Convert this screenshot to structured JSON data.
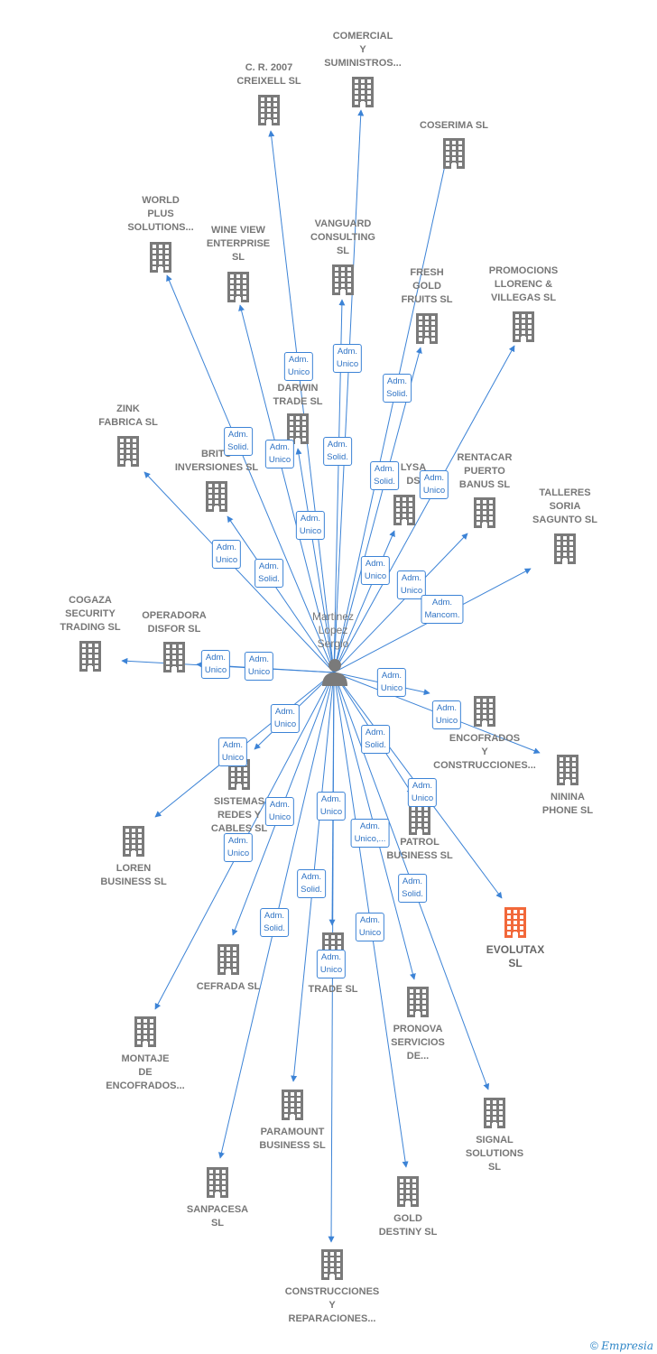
{
  "center": {
    "name_lines": [
      "Martinez",
      "Lopez",
      "Sergio"
    ],
    "icon": "person-icon"
  },
  "nodes": [
    {
      "id": "cr2007",
      "lines": [
        "C. R. 2007",
        "CREIXELL SL"
      ]
    },
    {
      "id": "comercial",
      "lines": [
        "COMERCIAL",
        "Y",
        "SUMINISTROS..."
      ]
    },
    {
      "id": "coserima",
      "lines": [
        "COSERIMA  SL"
      ]
    },
    {
      "id": "worldplus",
      "lines": [
        "WORLD",
        "PLUS",
        "SOLUTIONS..."
      ]
    },
    {
      "id": "wineview",
      "lines": [
        "WINE VIEW",
        "ENTERPRISE",
        "SL"
      ]
    },
    {
      "id": "vanguard",
      "lines": [
        "VANGUARD",
        "CONSULTING",
        "SL"
      ]
    },
    {
      "id": "freshgold",
      "lines": [
        "FRESH",
        "GOLD",
        "FRUITS  SL"
      ]
    },
    {
      "id": "promocions",
      "lines": [
        "PROMOCIONS",
        "LLORENC &",
        "VILLEGAS SL"
      ]
    },
    {
      "id": "darwin",
      "lines": [
        "DARWIN",
        "TRADE  SL"
      ]
    },
    {
      "id": "zink",
      "lines": [
        "ZINK",
        "FABRICA SL"
      ]
    },
    {
      "id": "brito",
      "lines": [
        "BRITO",
        "INVERSIONES SL"
      ]
    },
    {
      "id": "lysa",
      "lines": [
        "LYSA",
        "DS"
      ]
    },
    {
      "id": "rentacar",
      "lines": [
        "RENTACAR",
        "PUERTO",
        "BANUS SL"
      ]
    },
    {
      "id": "talleres",
      "lines": [
        "TALLERES",
        "SORIA",
        "SAGUNTO  SL"
      ]
    },
    {
      "id": "cogaza",
      "lines": [
        "COGAZA",
        "SECURITY",
        "TRADING SL"
      ]
    },
    {
      "id": "operadora",
      "lines": [
        "OPERADORA",
        "DISFOR  SL"
      ]
    },
    {
      "id": "encofrados",
      "lines": [
        "ENCOFRADOS",
        "Y",
        "CONSTRUCCIONES..."
      ]
    },
    {
      "id": "ninina",
      "lines": [
        "NININA",
        "PHONE  SL"
      ]
    },
    {
      "id": "sistemas",
      "lines": [
        "SISTEMAS",
        "REDES Y",
        "CABLES  SL"
      ]
    },
    {
      "id": "patrol",
      "lines": [
        "PATROL",
        "BUSINESS  SL"
      ]
    },
    {
      "id": "loren",
      "lines": [
        "LOREN",
        "BUSINESS  SL"
      ]
    },
    {
      "id": "evolutax",
      "lines": [
        "EVOLUTAX",
        "SL"
      ]
    },
    {
      "id": "cefrada",
      "lines": [
        "CEFRADA SL"
      ]
    },
    {
      "id": "trade",
      "lines": [
        "TRADE  SL"
      ]
    },
    {
      "id": "pronova",
      "lines": [
        "PRONOVA",
        "SERVICIOS",
        "DE..."
      ]
    },
    {
      "id": "montaje",
      "lines": [
        "MONTAJE",
        "DE",
        "ENCOFRADOS..."
      ]
    },
    {
      "id": "paramount",
      "lines": [
        "PARAMOUNT",
        "BUSINESS SL"
      ]
    },
    {
      "id": "signal",
      "lines": [
        "SIGNAL",
        "SOLUTIONS",
        "SL"
      ]
    },
    {
      "id": "sanpacesa",
      "lines": [
        "SANPACESA",
        "SL"
      ]
    },
    {
      "id": "golddestiny",
      "lines": [
        "GOLD",
        "DESTINY  SL"
      ]
    },
    {
      "id": "construcciones",
      "lines": [
        "CONSTRUCCIONES",
        "Y",
        "REPARACIONES..."
      ]
    }
  ],
  "badges": [
    [
      "Adm.",
      "Unico"
    ],
    [
      "Adm.",
      "Unico"
    ],
    [
      "Adm.",
      "Solid."
    ],
    [
      "Adm.",
      "Solid."
    ],
    [
      "Adm.",
      "Unico"
    ],
    [
      "Adm.",
      "Solid."
    ],
    [
      "Adm.",
      "Unico"
    ],
    [
      "Adm.",
      "Solid."
    ],
    [
      "Adm.",
      "Unico"
    ],
    [
      "Adm.",
      "Unico"
    ],
    [
      "Adm.",
      "Solid."
    ],
    [
      "Adm.",
      "Unico"
    ],
    [
      "Adm.",
      "Unico"
    ],
    [
      "Adm.",
      "Mancom."
    ],
    [
      "Adm.",
      "Unico"
    ],
    [
      "Adm.",
      "Unico"
    ],
    [
      "Adm.",
      "Unico"
    ],
    [
      "Adm.",
      "Unico"
    ],
    [
      "Adm.",
      "Unico"
    ],
    [
      "Adm.",
      "Solid."
    ],
    [
      "Adm.",
      "Unico"
    ],
    [
      "Adm.",
      "Unico"
    ],
    [
      "Adm.",
      "Unico"
    ],
    [
      "Adm.",
      "Unico"
    ],
    [
      "Adm.",
      "Unico,..."
    ],
    [
      "Adm.",
      "Solid."
    ],
    [
      "Adm.",
      "Unico"
    ],
    [
      "Adm.",
      "Solid."
    ],
    [
      "Adm.",
      "Solid."
    ],
    [
      "Adm.",
      "Unico"
    ],
    [
      "Adm.",
      "Unico"
    ]
  ],
  "colors": {
    "edge": "#3c83d6",
    "building": "#7a7a7a",
    "highlight": "#f2683a"
  },
  "highlight_node": "evolutax",
  "footer": {
    "copyright": "©",
    "brand": "Empresia"
  }
}
